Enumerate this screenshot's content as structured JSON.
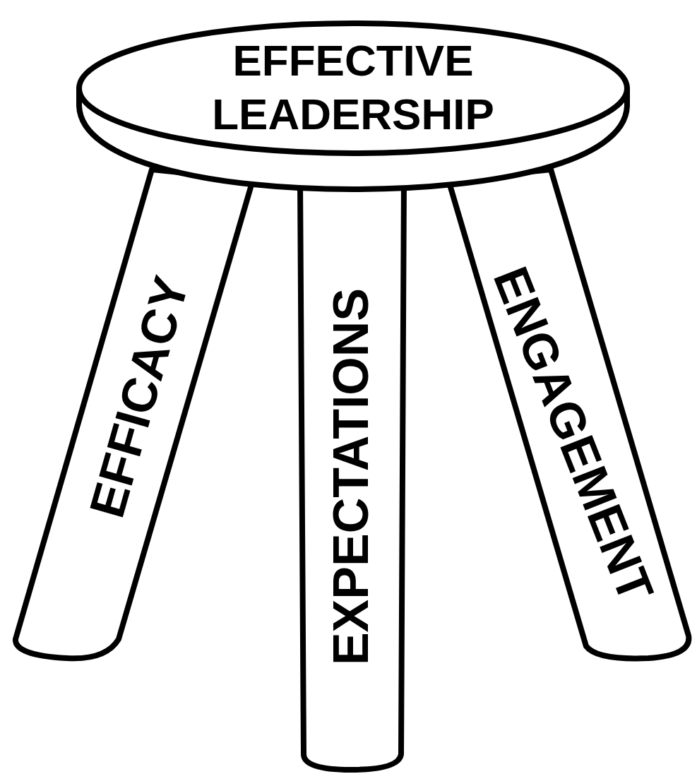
{
  "diagram": {
    "nodes": [
      {
        "text": [
          "EFFECTIVE LEADERSHIP"
        ]
      },
      {
        "text": [
          "EFFICACY"
        ]
      },
      {
        "text": [
          "EXPECTATIONS"
        ]
      },
      {
        "text": [
          "ENGAGEMENT"
        ]
      }
    ]
  }
}
